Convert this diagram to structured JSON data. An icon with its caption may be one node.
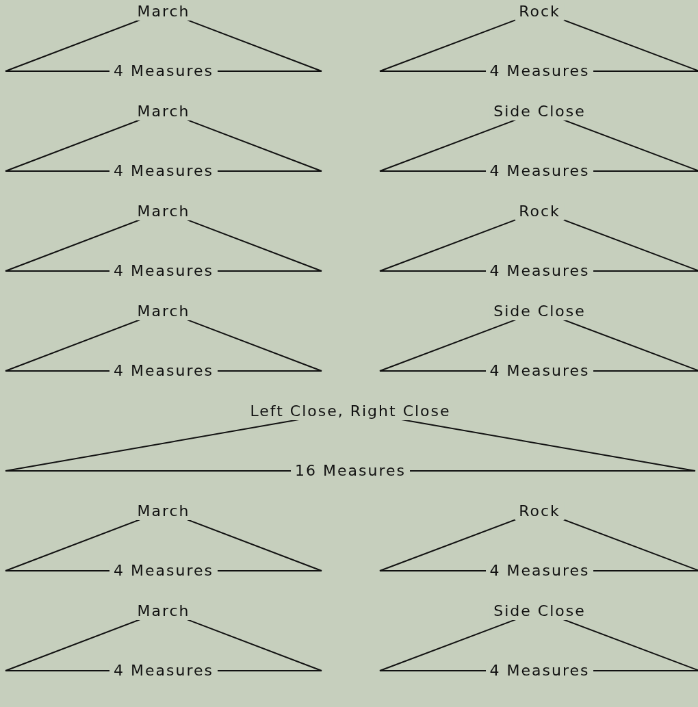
{
  "diagram": {
    "nodes": [
      {
        "text": [
          "March",
          "4 Measures"
        ]
      },
      {
        "text": [
          "Rock",
          "4 Measures"
        ]
      },
      {
        "text": [
          "March",
          "4 Measures"
        ]
      },
      {
        "text": [
          "Side Close",
          "4 Measures"
        ]
      },
      {
        "text": [
          "March",
          "4 Measures"
        ]
      },
      {
        "text": [
          "Rock",
          "4 Measures"
        ]
      },
      {
        "text": [
          "March",
          "4 Measures"
        ]
      },
      {
        "text": [
          "Side Close",
          "4 Measures"
        ]
      },
      {
        "text": [
          "Left Close, Right Close",
          "16 Measures"
        ]
      },
      {
        "text": [
          "March",
          "4 Measures"
        ]
      },
      {
        "text": [
          "Rock",
          "4 Measures"
        ]
      },
      {
        "text": [
          "March",
          "4 Measures"
        ]
      },
      {
        "text": [
          "Side Close",
          "4 Measures"
        ]
      }
    ],
    "edges": []
  }
}
